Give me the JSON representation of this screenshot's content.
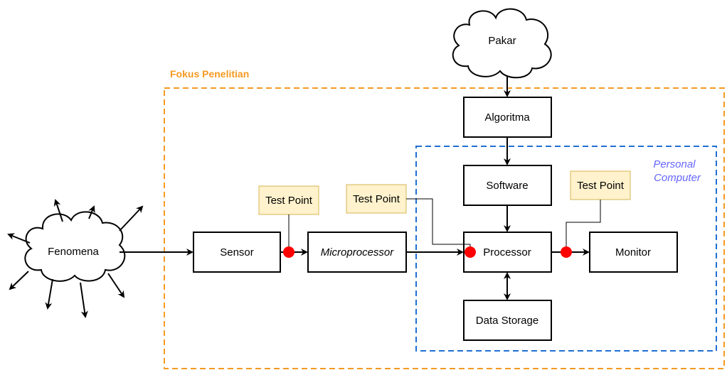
{
  "regions": {
    "research_focus_label": "Fokus Penelitian",
    "personal_computer_label": [
      "Personal",
      "Computer"
    ]
  },
  "clouds": {
    "expert": "Pakar",
    "phenomenon": "Fenomena"
  },
  "blocks": {
    "algorithm": "Algoritma",
    "software": "Software",
    "sensor": "Sensor",
    "microprocessor": "Microprocessor",
    "processor": "Processor",
    "monitor": "Monitor",
    "data_storage": "Data Storage"
  },
  "test_points": {
    "tp1": "Test Point",
    "tp2": "Test Point",
    "tp3": "Test Point"
  },
  "colors": {
    "orange_border": "#f59a23",
    "blue_border": "#1f6fd1",
    "test_point_fill": "#fff2cc",
    "test_point_border": "#d6b656",
    "test_point_dot": "#ff0000"
  }
}
